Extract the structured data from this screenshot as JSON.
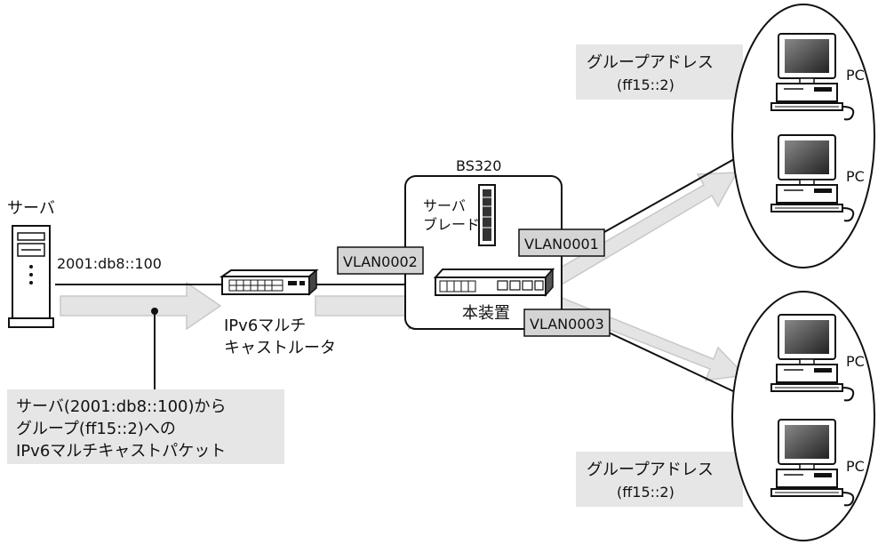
{
  "server": {
    "label": "サーバ",
    "address": "2001:db8::100"
  },
  "router": {
    "label_line1": "IPv6マルチ",
    "label_line2": "キャストルータ"
  },
  "switch": {
    "box_label": "BS320",
    "blade_label_line1": "サーバ",
    "blade_label_line2": "ブレード",
    "device_label": "本装置"
  },
  "vlans": {
    "vlan1": "VLAN0001",
    "vlan2": "VLAN0002",
    "vlan3": "VLAN0003"
  },
  "group_top": {
    "line1": "グループアドレス",
    "line2": "(ff15::2)"
  },
  "group_bottom": {
    "line1": "グループアドレス",
    "line2": "(ff15::2)"
  },
  "pc_label": "PC",
  "packet_note": {
    "line1": "サーバ(2001:db8::100)から",
    "line2": "グループ(ff15::2)への",
    "line3": "IPv6マルチキャストパケット"
  }
}
